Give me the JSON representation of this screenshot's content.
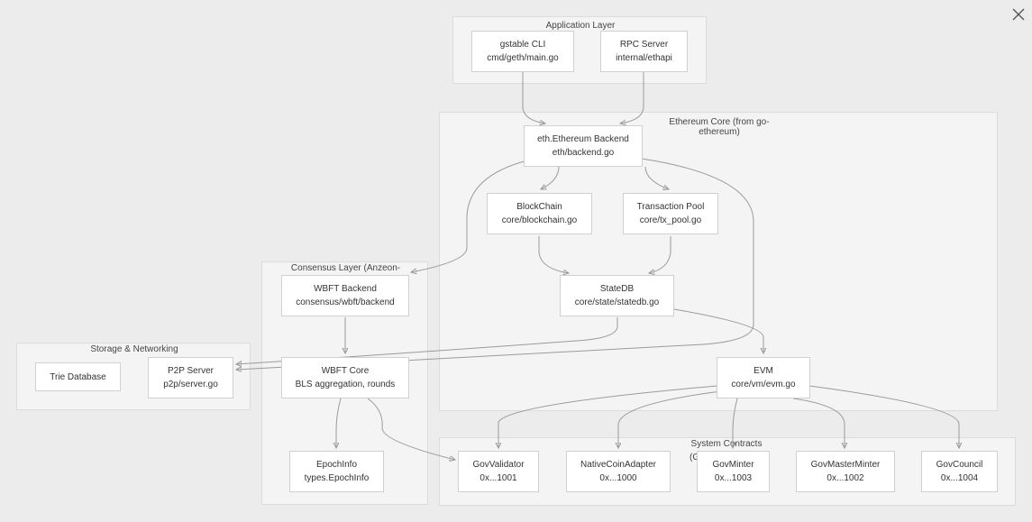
{
  "clusters": {
    "application": "Application Layer",
    "ethereum_core_1": "Ethereum Core (from go-",
    "ethereum_core_2": "ethereum)",
    "consensus": "Consensus Layer (Anzeon-",
    "storage": "Storage & Networking",
    "system_contracts": "System Contracts",
    "system_contracts_overflow": "(G"
  },
  "nodes": {
    "gstable_cli": {
      "title": "gstable CLI",
      "sub": "cmd/geth/main.go"
    },
    "rpc_server": {
      "title": "RPC Server",
      "sub": "internal/ethapi"
    },
    "eth_backend": {
      "title": "eth.Ethereum Backend",
      "sub": "eth/backend.go"
    },
    "blockchain": {
      "title": "BlockChain",
      "sub": "core/blockchain.go"
    },
    "tx_pool": {
      "title": "Transaction Pool",
      "sub": "core/tx_pool.go"
    },
    "statedb": {
      "title": "StateDB",
      "sub": "core/state/statedb.go"
    },
    "wbft_backend": {
      "title": "WBFT Backend",
      "sub": "consensus/wbft/backend"
    },
    "wbft_core": {
      "title": "WBFT Core",
      "sub": "BLS aggregation, rounds"
    },
    "epoch_info": {
      "title": "EpochInfo",
      "sub": "types.EpochInfo"
    },
    "evm": {
      "title": "EVM",
      "sub": "core/vm/evm.go"
    },
    "trie_db": {
      "title": "Trie Database"
    },
    "p2p_server": {
      "title": "P2P Server",
      "sub": "p2p/server.go"
    },
    "gov_validator": {
      "title": "GovValidator",
      "sub": "0x...1001"
    },
    "native_coin_adapter": {
      "title": "NativeCoinAdapter",
      "sub": "0x...1000"
    },
    "gov_minter": {
      "title": "GovMinter",
      "sub": "0x...1003"
    },
    "gov_master_minter": {
      "title": "GovMasterMinter",
      "sub": "0x...1002"
    },
    "gov_council": {
      "title": "GovCouncil",
      "sub": "0x...1004"
    }
  },
  "colors": {
    "background": "#ececec",
    "cluster_fill": "#f4f4f4",
    "node_fill": "#ffffff",
    "edge": "#9a9a9a"
  },
  "icons": {
    "close": "close-icon"
  }
}
